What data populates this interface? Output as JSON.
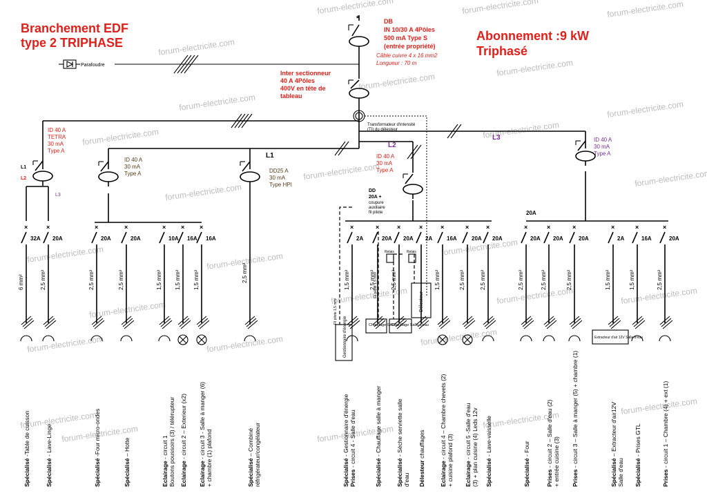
{
  "title": {
    "line1": "Branchement EDF",
    "line2": "type 2 TRIPHASE"
  },
  "subscription": {
    "line1": "Abonnement :9 kW",
    "line2": "Triphasé"
  },
  "watermark": "forum-electricite.com",
  "surge": "Parafoudre",
  "db": {
    "lines": [
      "DB",
      "IN 10/30 A  4Pôles",
      "500 mA Type S",
      "(entrée propriété)"
    ],
    "cable": [
      "Câble cuivre 4 x 16 mm2",
      "Longueur : 70 m"
    ]
  },
  "main_switch": [
    "Inter sectionneur",
    "40 A  4Pôles",
    "400V en tête de",
    "tableau"
  ],
  "ti": [
    "Transformateur d'intensité",
    "(TI) du délesteur"
  ],
  "phases": {
    "l1": "L1",
    "l2": "L2",
    "l3": "L3"
  },
  "id_tetra": [
    "ID 40 A",
    "TETRA",
    "30 mA",
    "Type A"
  ],
  "id_l1": [
    "ID 40 A",
    "30 mA",
    "Type A"
  ],
  "dd25": [
    "DD25 A",
    "30 mA",
    "Type HPI"
  ],
  "id_l2": [
    "ID 40 A",
    "30 mA",
    "Type A"
  ],
  "id_l3": [
    "ID 40 A",
    "30 mA",
    "Type A"
  ],
  "tetra_phase_labels": [
    "L1",
    "L2",
    "L3"
  ],
  "dd_pilot": [
    "DD",
    "20A +",
    "coupure",
    "auxiliaire",
    "fil pilote"
  ],
  "l3_group_rating": "20A",
  "boxes": {
    "gestionnaire": "Gestionnaire d'énergie",
    "chauffage_sam": "Chauffage SAM",
    "chauffage_sde": "Chauffage Salle d'eau",
    "delesteur": "Délesteur",
    "extracteur": "Extracteur d'air 12V Salle d'eau",
    "relais": "Relais"
  },
  "pilot_labels": [
    "Fil pilote 1,5 mm²",
    "Fil pilote 1,5 mm²"
  ],
  "circuits": [
    {
      "rating": "32A",
      "section": "6 mm²",
      "bold": "Spécialisé",
      "rest": " -Table de cuisson"
    },
    {
      "rating": "20A",
      "section": "2,5 mm²",
      "bold": "Spécialisé",
      "rest": " - Lave-Linge"
    },
    {
      "rating": "20A",
      "section": "2,5 mm²",
      "bold": "Spécialisé",
      "rest": " -Four micro-ondes"
    },
    {
      "rating": "20A",
      "section": "2,5 mm²",
      "bold": "Spécialisé",
      "rest": " – Hotte"
    },
    {
      "rating": "10A",
      "section": "1,5 mm²",
      "bold": "Eclairage",
      "rest": " - circuit 1",
      "line2": "Boutons poussoirs (3) / télérupteur"
    },
    {
      "rating": "16A",
      "section": "1,5 mm²",
      "bold": "Eclairage",
      "rest": " - circuit 2 – Exterieur (x2)"
    },
    {
      "rating": "16A",
      "section": "1,5 mm²",
      "bold": "Eclairage",
      "rest": " - circuit 3 - Salle à manger (6)",
      "line2": "+ chambre (1) plafond"
    },
    {
      "rating": "",
      "section": "2,5 mm²",
      "bold": "Spécialisé",
      "rest": " – Combiné",
      "line2": "réfrigérateur/congélateur"
    },
    {
      "rating": "2A",
      "section": "1,5 mm²",
      "bold": "Prises",
      "rest": " - circuit 4 - Salle d'eau"
    },
    {
      "rating": "",
      "section": "",
      "bold": "Spécialisé",
      "rest": " - Gestionnaire d'énergie"
    },
    {
      "rating": "20A",
      "section": "2,5 mm²",
      "bold": "Spécialisé",
      "rest": " - Chauffage salle à manger"
    },
    {
      "rating": "20A",
      "section": "2,5 mm²",
      "bold": "Spécialisé",
      "rest": " - Sèche serviette salle",
      "line2": "d'eau"
    },
    {
      "rating": "2A",
      "section": "",
      "bold": "Délesteur",
      "rest": " chauffages"
    },
    {
      "rating": "16A",
      "section": "1,5 mm²",
      "bold": "Eclairage",
      "rest": " - circuit 4 – Chambre chevets (2)",
      "line2": "+ cuisine plafond (3)"
    },
    {
      "rating": "20A",
      "section": "2,5 mm²",
      "bold": "Eclairage",
      "rest": " - circuit 5 -Salle d'eau",
      "line2": "(3) + plan cuisine (4) Leds 12v"
    },
    {
      "rating": "20A",
      "section": "2,5 mm²",
      "bold": "Spécialisé",
      "rest": " - Lave-vaisselle"
    },
    {
      "rating": "20A",
      "section": "2,5 mm²",
      "bold": "Spécialisé",
      "rest": " - Four"
    },
    {
      "rating": "20A",
      "section": "2,5 mm²",
      "bold": "Prises",
      "rest": " - circuit 2 – Salle d'eau (2)",
      "line2": "+ entrée cuisine (3)"
    },
    {
      "rating": "20A",
      "section": "2,5 mm²",
      "bold": "Prises",
      "rest": " - circuit 3 – Salle à manger (5) + chambre (1)"
    },
    {
      "rating": "2A",
      "section": "1,5 mm²",
      "bold": "Spécialisé",
      "rest": " – Extracteur d'air12V",
      "line2": "Salle d'eau"
    },
    {
      "rating": "16A",
      "section": "1,5 mm²",
      "bold": "Spécialisé",
      "rest": " - Prises GTL"
    },
    {
      "rating": "20A",
      "section": "2,5 mm²",
      "bold": "Prises",
      "rest": " - circuit 1 – Chambre (4) + ext (1)"
    }
  ]
}
